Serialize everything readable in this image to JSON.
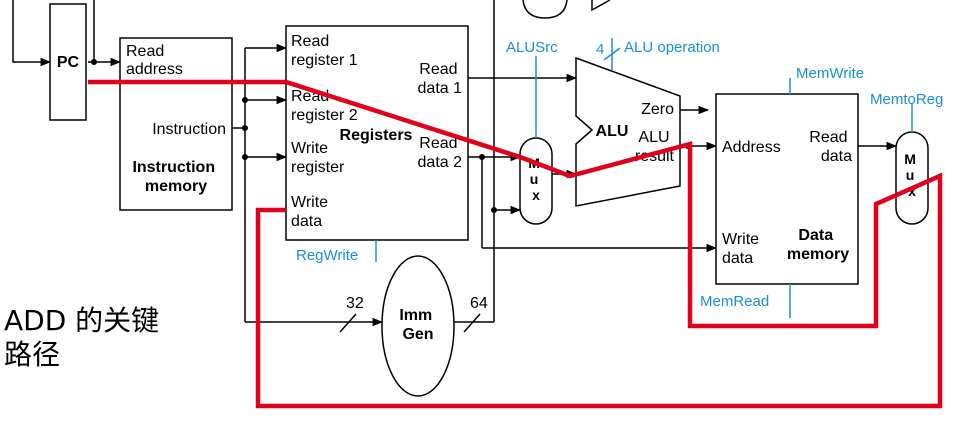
{
  "pc": {
    "label": "PC"
  },
  "instruction_memory": {
    "read_address": [
      "Read",
      "address"
    ],
    "instruction": "Instruction",
    "title": [
      "Instruction",
      "memory"
    ]
  },
  "registers": {
    "read_register_1": [
      "Read",
      "register 1"
    ],
    "read_register_2": [
      "Read",
      "register 2"
    ],
    "write_register": [
      "Write",
      "register"
    ],
    "write_data": [
      "Write",
      "data"
    ],
    "read_data_1": [
      "Read",
      "data 1"
    ],
    "read_data_2": [
      "Read",
      "data 2"
    ],
    "title": "Registers",
    "control": "RegWrite"
  },
  "imm_gen": {
    "title": [
      "Imm",
      "Gen"
    ],
    "in_width": "32",
    "out_width": "64"
  },
  "alu_src_mux": {
    "control": "ALUSrc",
    "letters": [
      "M",
      "u",
      "x"
    ]
  },
  "alu": {
    "title": "ALU",
    "zero": "Zero",
    "result": [
      "ALU",
      "result"
    ],
    "op_width": "4",
    "control": "ALU operation"
  },
  "data_memory": {
    "address": "Address",
    "read_data": [
      "Read",
      "data"
    ],
    "write_data": [
      "Write",
      "data"
    ],
    "title": [
      "Data",
      "memory"
    ],
    "mem_write": "MemWrite",
    "mem_read": "MemRead"
  },
  "mem_to_reg_mux": {
    "control": "MemtoReg",
    "letters": [
      "M",
      "u",
      "x"
    ]
  },
  "caption": [
    "ADD  的关键",
    "路径"
  ],
  "colors": {
    "wire": "#000000",
    "control": "#1a8fd6",
    "critical_path": "#e0001b"
  }
}
